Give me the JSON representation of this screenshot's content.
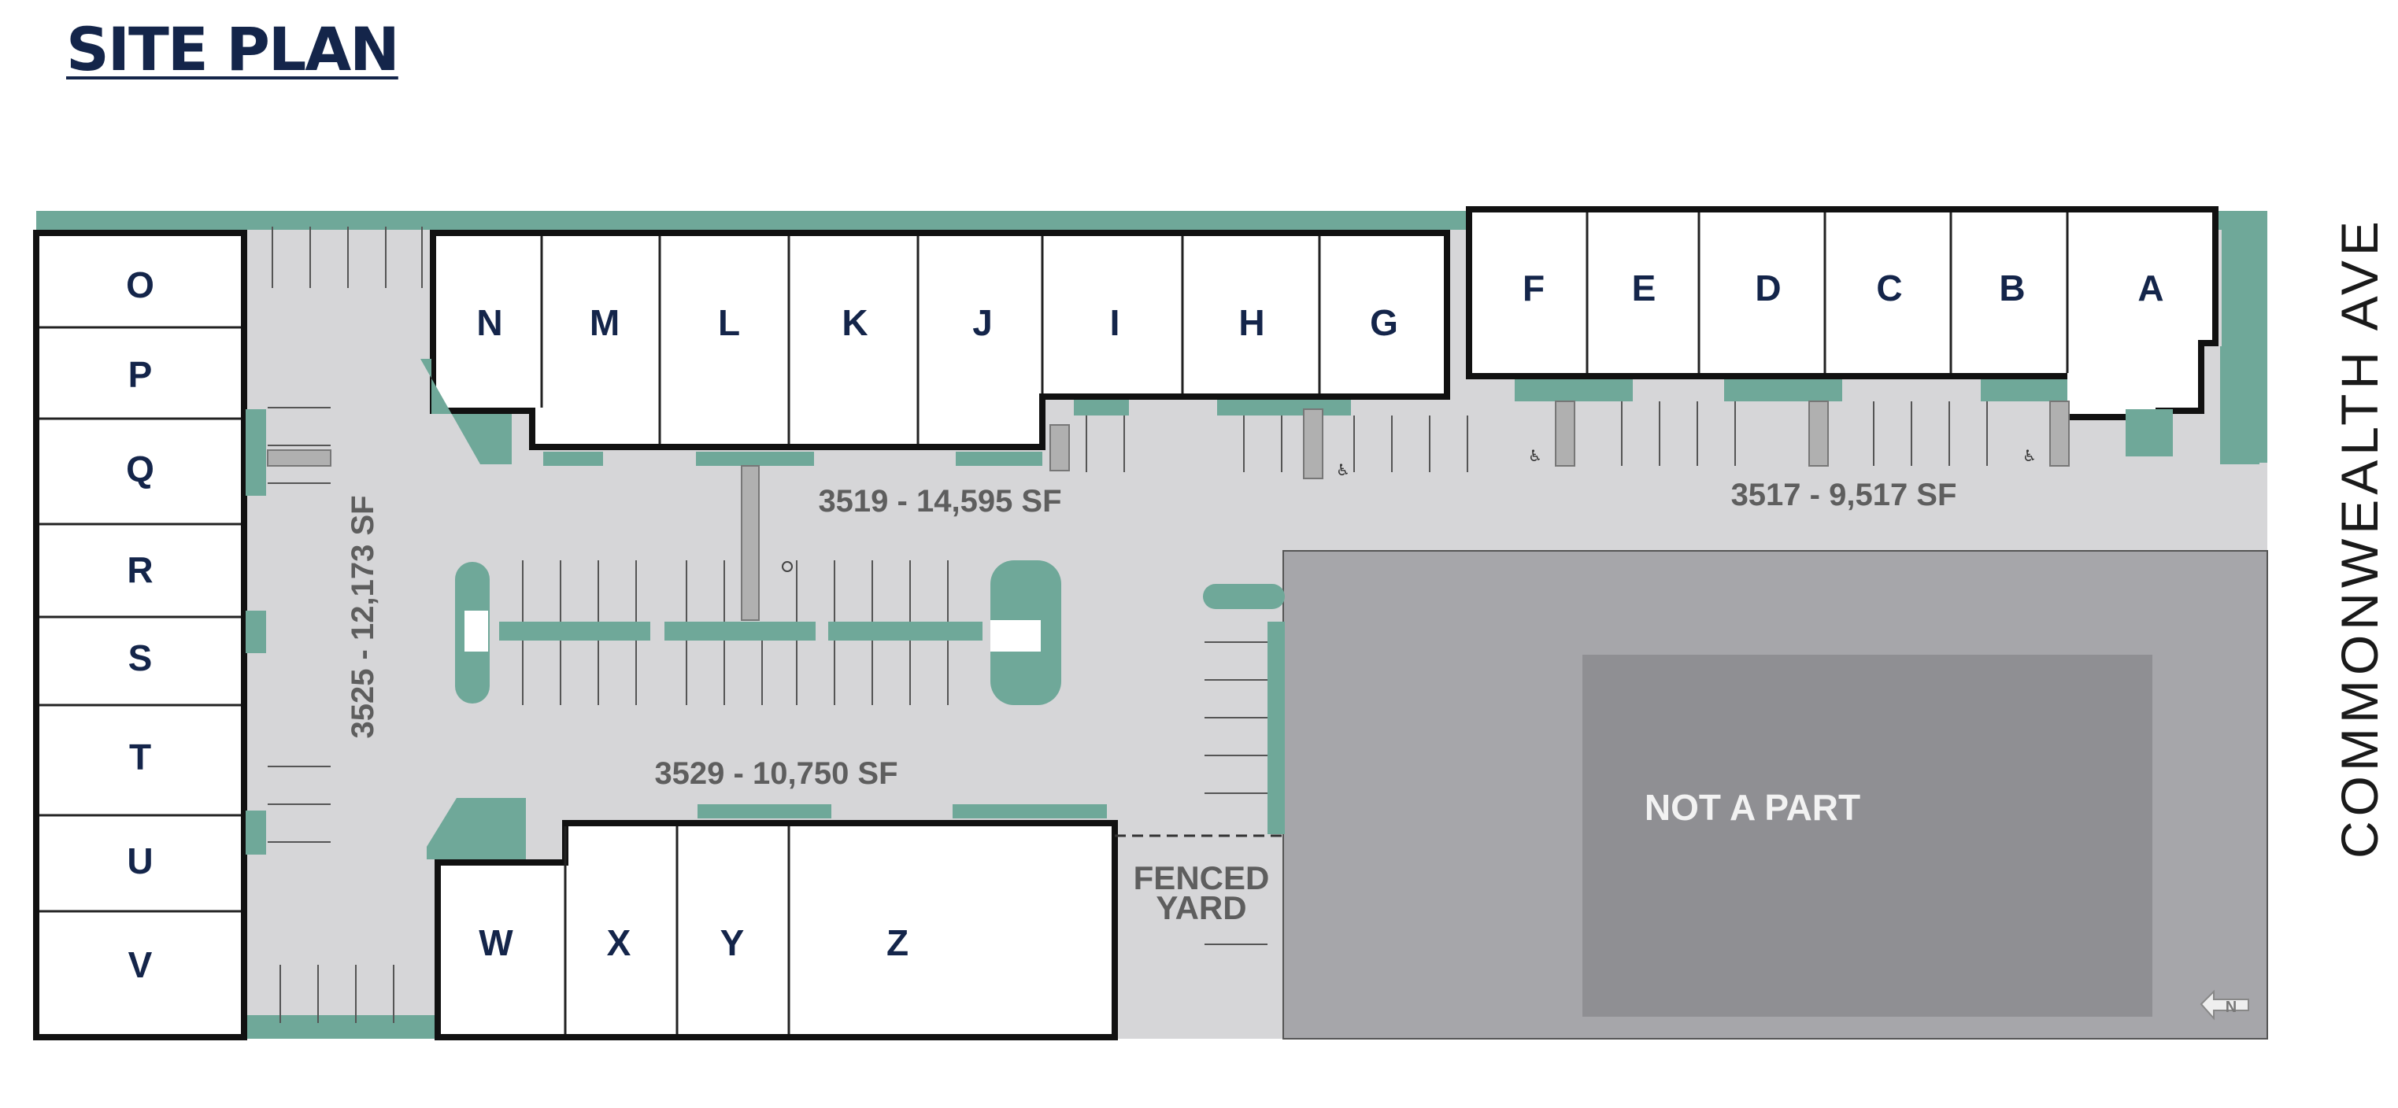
{
  "title": "SITE PLAN",
  "street": "COMMONWEALTH AVE",
  "colors": {
    "title": "#14254a",
    "landscape": "#6fa899",
    "pavement": "#d6d6d8",
    "building_outline": "#111111",
    "not_a_part": "#a6a6aa",
    "not_a_part_inner": "#8f8f93",
    "area_text": "#5e5e5e"
  },
  "buildings": {
    "b3517": {
      "label": "3517 - 9,517 SF",
      "units": [
        "F",
        "E",
        "D",
        "C",
        "B",
        "A"
      ]
    },
    "b3519": {
      "label": "3519 - 14,595 SF",
      "units": [
        "N",
        "M",
        "L",
        "K",
        "J",
        "I",
        "H",
        "G"
      ]
    },
    "b3525": {
      "label": "3525 - 12,173 SF",
      "units": [
        "O",
        "P",
        "Q",
        "R",
        "S",
        "T",
        "U",
        "V"
      ]
    },
    "b3529": {
      "label": "3529 - 10,750 SF",
      "units": [
        "W",
        "X",
        "Y",
        "Z"
      ]
    }
  },
  "areas": {
    "fenced_yard_line1": "FENCED",
    "fenced_yard_line2": "YARD",
    "not_a_part": "NOT A PART"
  },
  "icons": {
    "handicap": "accessible-parking-icon",
    "north": "north-arrow-icon",
    "hydrant": "hydrant-icon"
  },
  "north_arrow_label": "N"
}
